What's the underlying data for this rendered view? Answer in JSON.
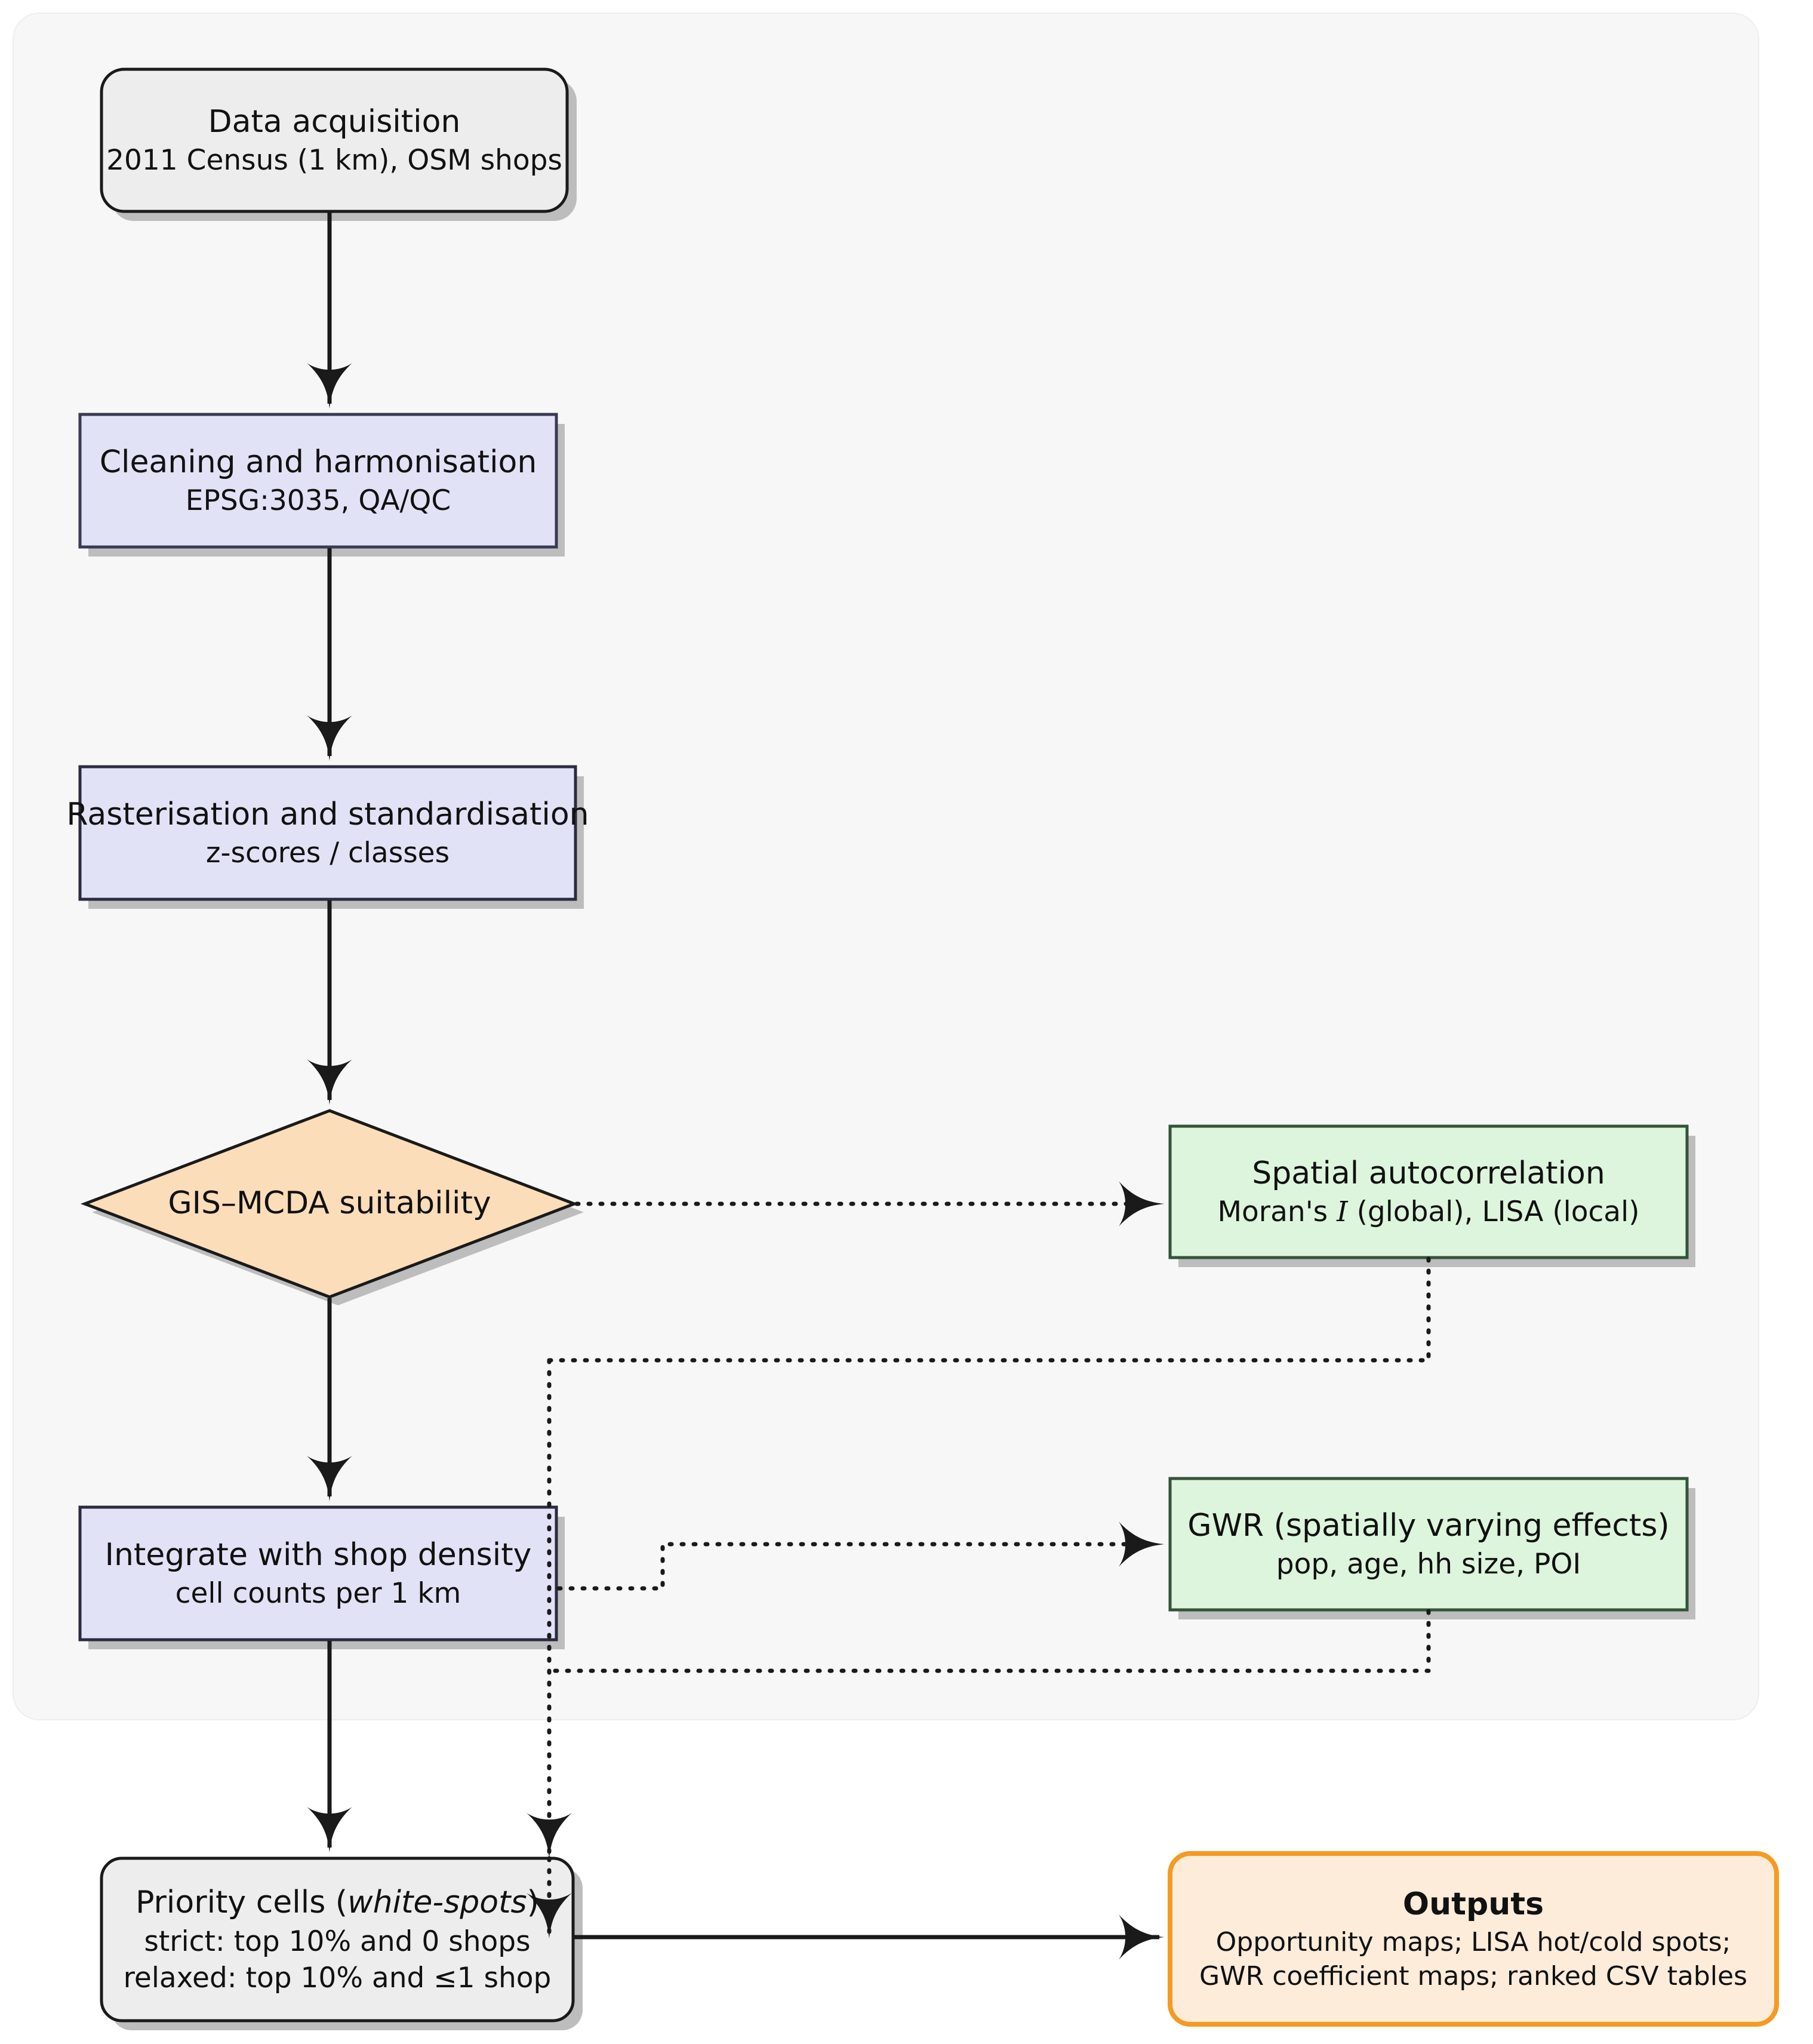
{
  "diagram": {
    "title": "GIS-MCDA white-spot analysis workflow",
    "type": "flowchart"
  },
  "colors": {
    "panel_bg": "#f7f7f7",
    "process_gray_fill": "#ededed",
    "process_blue_fill": "#e2e2f7",
    "decision_orange_fill": "#fbddb9",
    "analysis_green_fill": "#ddf5dc",
    "outputs_fill": "#fcecd9",
    "outputs_border": "#f59a23",
    "edge": "#1a1a1a",
    "shadow": "#b9b9b9"
  },
  "nodes": {
    "data_acquisition": {
      "line1": "Data acquisition",
      "line2": "2011 Census (1 km), OSM shops"
    },
    "cleaning": {
      "line1": "Cleaning and harmonisation",
      "line2": "EPSG:3035, QA/QC"
    },
    "rasterisation": {
      "line1": "Rasterisation and standardisation",
      "line2": "z-scores / classes"
    },
    "suitability": {
      "line1": "GIS–MCDA suitability"
    },
    "spatial_autocorrelation": {
      "line1": "Spatial autocorrelation",
      "line2_a": "Moran's ",
      "line2_i": "I",
      "line2_b": " (global), LISA (local)"
    },
    "integrate": {
      "line1": "Integrate with shop density",
      "line2": "cell counts per 1 km"
    },
    "gwr": {
      "line1": "GWR (spatially varying effects)",
      "line2": "pop, age, hh size, POI"
    },
    "priority_cells": {
      "line1_a": "Priority cells (",
      "line1_i": "white-spots",
      "line1_b": ")",
      "line2": "strict: top 10% and 0 shops",
      "line3": "relaxed: top 10% and ≤1 shop"
    },
    "outputs": {
      "line1": "Outputs",
      "line2": "Opportunity maps; LISA hot/cold spots;",
      "line3": "GWR coefficient maps; ranked CSV tables"
    }
  },
  "edges": [
    {
      "from": "data_acquisition",
      "to": "cleaning",
      "style": "solid"
    },
    {
      "from": "cleaning",
      "to": "rasterisation",
      "style": "solid"
    },
    {
      "from": "rasterisation",
      "to": "suitability",
      "style": "solid"
    },
    {
      "from": "suitability",
      "to": "spatial_autocorrelation",
      "style": "dotted"
    },
    {
      "from": "suitability",
      "to": "integrate",
      "style": "solid"
    },
    {
      "from": "integrate",
      "to": "gwr",
      "style": "dotted"
    },
    {
      "from": "spatial_autocorrelation",
      "to": "priority_cells",
      "style": "dotted"
    },
    {
      "from": "gwr",
      "to": "priority_cells",
      "style": "dotted"
    },
    {
      "from": "integrate",
      "to": "priority_cells",
      "style": "solid"
    },
    {
      "from": "priority_cells",
      "to": "outputs",
      "style": "solid"
    }
  ]
}
